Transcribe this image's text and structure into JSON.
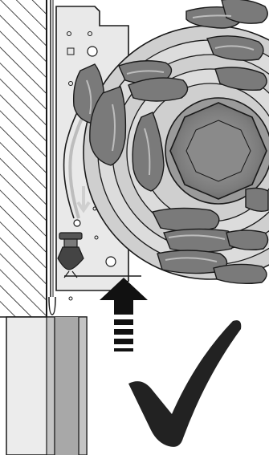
{
  "diagram": {
    "kind": "roller-shutter-installation-illustration",
    "colors": {
      "outline": "#1a1a1a",
      "wall_hatch": "#1a1a1a",
      "bracket_plate": "#e9e9e9",
      "slat_ring": "#cfcfcf",
      "slat_ring_shade": "#a9a9a9",
      "shaft": "#8c8c8c",
      "shaft_dark": "#4d4d4d",
      "clip": "#7a7a7a",
      "frame_light": "#e6e6e6",
      "frame_mid": "#b5b5b5",
      "arrow": "#111111",
      "checkmark": "#222222"
    },
    "status": {
      "result": "correct",
      "icon": "checkmark-icon",
      "direction": "up"
    }
  }
}
